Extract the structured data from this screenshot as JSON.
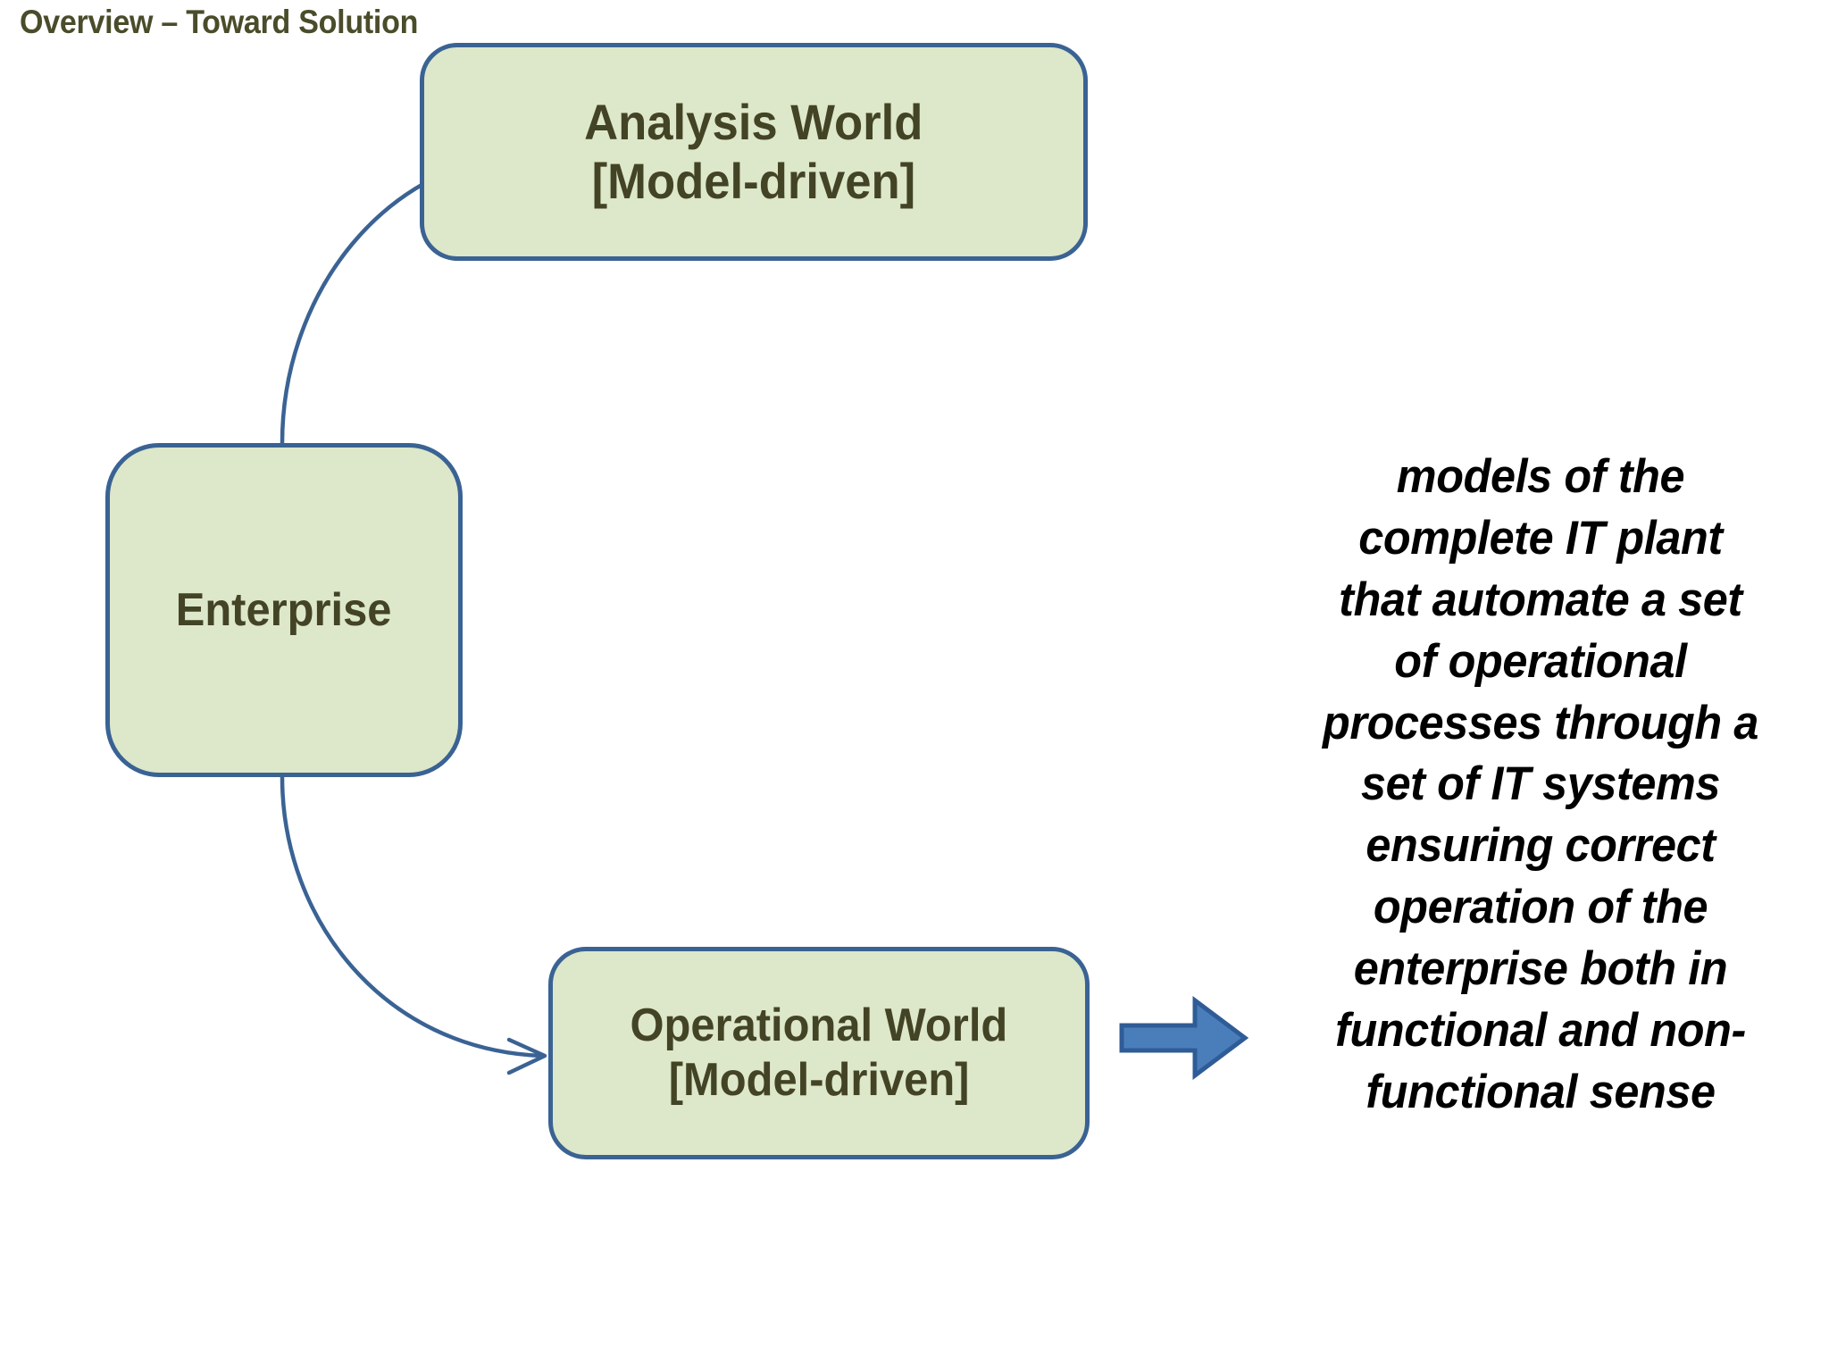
{
  "slide": {
    "title": "Overview – Toward Solution",
    "background_color": "#ffffff"
  },
  "theme": {
    "box_fill": "#dde7c9",
    "box_border": "#3a6394",
    "box_text": "#434326",
    "title_text": "#4a4c2a",
    "connector_stroke": "#3a6394",
    "block_arrow_fill": "#4a7ebb",
    "block_arrow_border": "#2f5c96",
    "description_text": "#000000"
  },
  "diagram": {
    "nodes": [
      {
        "id": "analysis-world",
        "lines": [
          "Analysis World",
          "[Model-driven]"
        ]
      },
      {
        "id": "enterprise",
        "lines": [
          "Enterprise"
        ]
      },
      {
        "id": "operational-world",
        "lines": [
          "Operational World",
          "[Model-driven]"
        ]
      }
    ],
    "connectors": [
      {
        "id": "enterprise-to-analysis",
        "from": "enterprise",
        "to": "analysis-world",
        "style": "curved-arrow"
      },
      {
        "id": "enterprise-to-operational",
        "from": "enterprise",
        "to": "operational-world",
        "style": "curved-arrow"
      },
      {
        "id": "operational-to-description",
        "from": "operational-world",
        "to": "description",
        "style": "block-arrow"
      }
    ]
  },
  "description": {
    "lines": [
      "models of the",
      "complete IT plant",
      "that automate a set",
      "of operational",
      "processes through a",
      "set of IT systems",
      "ensuring correct",
      "operation of the",
      "enterprise both in",
      "functional and non-",
      "functional sense"
    ]
  }
}
